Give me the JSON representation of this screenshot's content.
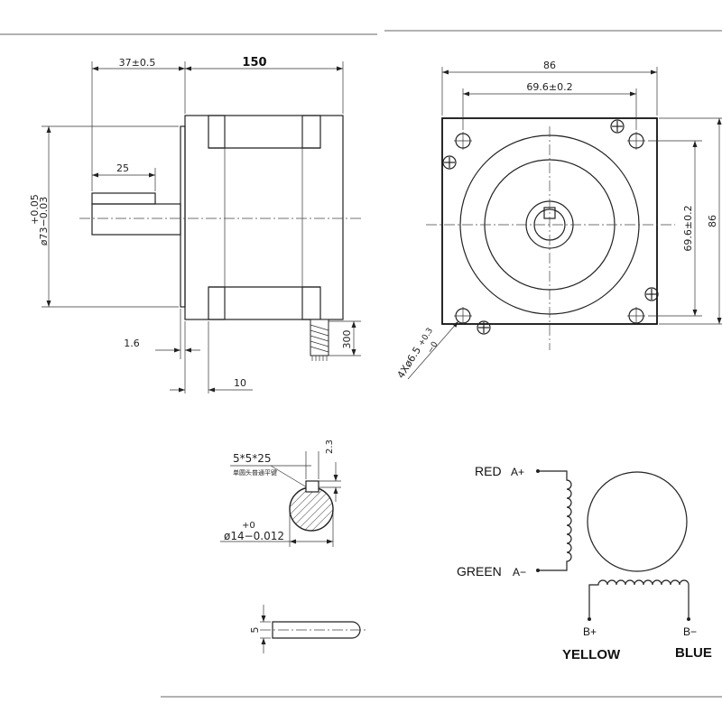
{
  "side_view": {
    "dim_flange_length": "37±0.5",
    "dim_body_length": "150",
    "dim_shaft_length": "25",
    "dim_pilot_tol_upper": "+0.05",
    "dim_pilot_dia": "ø73−0.03",
    "dim_pilot_depth": "1.6",
    "dim_flange_thickness": "10",
    "dim_lead_length": "300"
  },
  "front_view": {
    "dim_width": "86",
    "dim_hole_spacing_h": "69.6±0.2",
    "dim_hole_spacing_v": "69.6±0.2",
    "dim_height": "86",
    "dim_mount_holes": "4Xø6.5",
    "dim_mount_holes_tol_upper": "+0.3",
    "dim_mount_holes_tol_lower": "−0"
  },
  "shaft_section": {
    "key_spec": "5*5*25",
    "key_note": "单圆头普通平键",
    "dim_key_depth": "2.3",
    "dim_shaft_tol_upper": "+0",
    "dim_shaft_dia": "ø14−0.012"
  },
  "key_detail": {
    "dim_key_width": "5"
  },
  "wiring": {
    "a_plus_color": "RED",
    "a_plus_label": "A+",
    "a_minus_color": "GREEN",
    "a_minus_label": "A−",
    "b_plus_label": "B+",
    "b_plus_color": "YELLOW",
    "b_minus_label": "B−",
    "b_minus_color": "BLUE"
  }
}
